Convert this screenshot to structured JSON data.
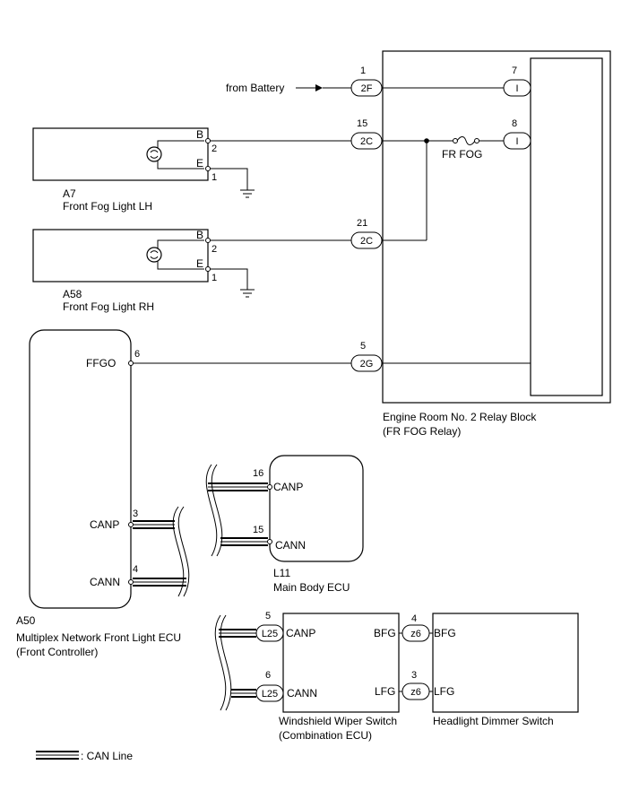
{
  "relay_block": {
    "name": "Engine Room No. 2 Relay Block",
    "sub": "(FR FOG Relay)",
    "fuse": "FR FOG"
  },
  "battery": {
    "label": "from Battery"
  },
  "connectors": {
    "c2f": {
      "pin": "1",
      "id": "2F"
    },
    "c2c_15": {
      "pin": "15",
      "id": "2C"
    },
    "c2c_21": {
      "pin": "21",
      "id": "2C"
    },
    "c2g": {
      "pin": "5",
      "id": "2G"
    },
    "i7": {
      "pin": "7",
      "id": "I"
    },
    "i8": {
      "pin": "8",
      "id": "I"
    }
  },
  "fog_lh": {
    "code": "A7",
    "name": "Front Fog Light LH",
    "term_b": "B",
    "term_e": "E",
    "pin_b": "2",
    "pin_e": "1"
  },
  "fog_rh": {
    "code": "A58",
    "name": "Front Fog Light RH",
    "term_b": "B",
    "term_e": "E",
    "pin_b": "2",
    "pin_e": "1"
  },
  "front_ecu": {
    "code": "A50",
    "name": "Multiplex Network Front Light ECU",
    "sub": "(Front Controller)",
    "ffgo": "FFGO",
    "ffgo_pin": "6",
    "canp": "CANP",
    "canp_pin": "3",
    "cann": "CANN",
    "cann_pin": "4"
  },
  "main_body": {
    "code": "L11",
    "name": "Main Body ECU",
    "canp": "CANP",
    "canp_pin": "16",
    "cann": "CANN",
    "cann_pin": "15"
  },
  "wiper": {
    "name": "Windshield Wiper Switch",
    "sub": "(Combination ECU)",
    "canp": "CANP",
    "canp_pin": "5",
    "canp_conn": "L25",
    "cann": "CANN",
    "cann_pin": "6",
    "cann_conn": "L25",
    "bfg": "BFG",
    "lfg": "LFG"
  },
  "dimmer": {
    "name": "Headlight Dimmer Switch",
    "bfg": "BFG",
    "bfg_pin": "4",
    "bfg_conn": "z6",
    "lfg": "LFG",
    "lfg_pin": "3",
    "lfg_conn": "z6"
  },
  "legend": {
    "can_line": ": CAN Line"
  }
}
